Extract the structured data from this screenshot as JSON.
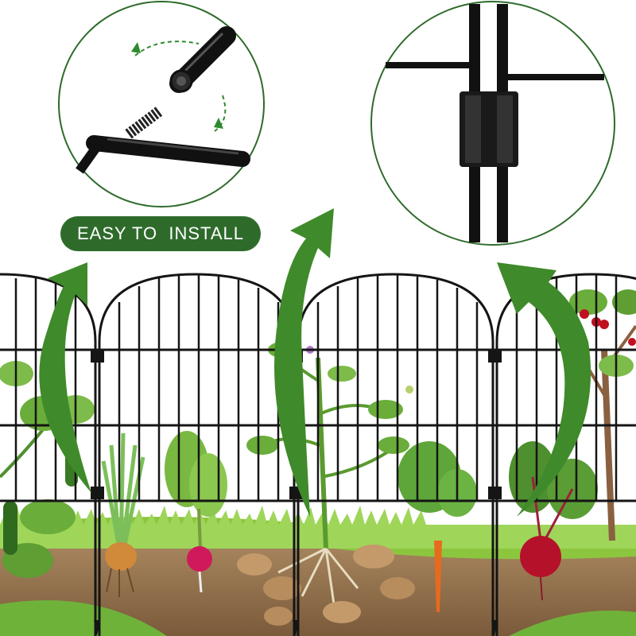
{
  "badge": {
    "label": "EASY TO  INSTALL"
  },
  "colors": {
    "accent_green": "#2e6b2b",
    "arrow_green": "#3f8a2a",
    "fence_black": "#151515",
    "soil": "#9a7a55",
    "grass": "#7cc142"
  },
  "callouts": [
    {
      "name": "threaded-connector-detail",
      "icon": "screw-thread-icon"
    },
    {
      "name": "sleeve-connector-detail",
      "icon": "sleeve-clip-icon"
    }
  ]
}
